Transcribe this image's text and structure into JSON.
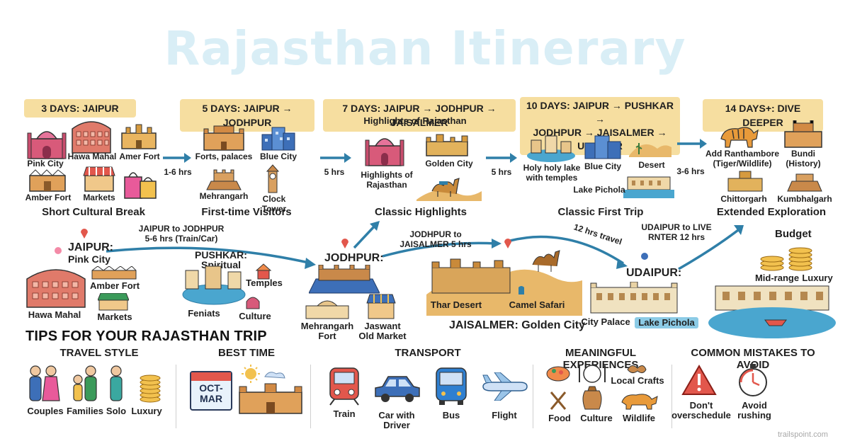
{
  "title": "Rajasthan Itinerary",
  "plans": [
    {
      "banner": "3 DAYS: JAIPUR",
      "caption": "Short Cultural Break",
      "labels": [
        "Pink City",
        "Hawa Mahal",
        "Amer Fort",
        "Amber Fort",
        "Markets"
      ]
    },
    {
      "banner": "5 DAYS: JAIPUR → JODHPUR",
      "caption": "First-time Visitors",
      "labels": [
        "Forts, palaces",
        "Blue City",
        "Mehrangarh",
        "Clock Tower"
      ]
    },
    {
      "banner": "7 DAYS: JAIPUR → JODHPUR → JAISALMER",
      "subtitle": "Highlights of Rajasthan",
      "caption": "Classic Highlights",
      "labels": [
        "Highlights of Rajasthan",
        "Golden City"
      ]
    },
    {
      "banner_line1": "10 DAYS: JAIPUR → PUSHKAR →",
      "banner_line2": "JODHPUR → JAISALMER → UDAIPUR",
      "caption": "Classic First Trip",
      "labels": [
        "Holy holy lake with temples",
        "Blue City",
        "Desert",
        "Lake Pichola"
      ]
    },
    {
      "banner": "14 DAYS+: DIVE DEEPER",
      "caption": "Extended Exploration",
      "labels": [
        "Add Ranthambore (Tiger/Wildlife)",
        "Bundi (History)",
        "Chittorgarh",
        "Kumbhalgarh"
      ]
    }
  ],
  "connectors": [
    "1-6 hrs",
    "5 hrs",
    "5 hrs",
    "3-6 hrs"
  ],
  "route": {
    "jaipur": {
      "title": "JAIPUR:",
      "subtitle": "Pink City",
      "labels": [
        "Amber Fort",
        "Hawa Mahal",
        "Markets"
      ]
    },
    "leg1": "JAIPUR to JODHPUR 5-6 hrs (Train/Car)",
    "pushkar": {
      "title": "PUSHKAR: Spiritual",
      "labels": [
        "Temples",
        "Feniats",
        "Culture"
      ]
    },
    "jodhpur": {
      "title": "JODHPUR:",
      "labels": [
        "Mehrangarh Fort",
        "Jaswant Old Market"
      ]
    },
    "leg2": "JODHPUR to JAISALMER 5 hrs",
    "jaisalmer": {
      "title": "JAISALMER: Golden City",
      "labels": [
        "Thar Desert",
        "Camel Safari"
      ]
    },
    "leg3": "12 hrs travel",
    "udaipur": {
      "title": "UDAIPUR:",
      "labels": [
        "City Palace",
        "Lake Pichola"
      ]
    },
    "leg4": "UDAIPUR to LIVE RNTER 12 hrs",
    "budget": {
      "title": "Budget",
      "labels": [
        "Mid-range",
        "Luxury"
      ]
    }
  },
  "tips": {
    "heading": "TIPS FOR YOUR RAJASTHAN TRIP",
    "sections": [
      {
        "title": "TRAVEL STYLE",
        "items": [
          "Couples",
          "Families",
          "Solo",
          "Luxury"
        ]
      },
      {
        "title": "BEST TIME",
        "items": [
          "OCT-MAR"
        ]
      },
      {
        "title": "TRANSPORT",
        "items": [
          "Train",
          "Car with Driver",
          "Bus",
          "Flight"
        ]
      },
      {
        "title": "MEANINGFUL EXPERIENCES",
        "items": [
          "Local Crafts",
          "Food",
          "Culture",
          "Wildlife"
        ]
      },
      {
        "title": "COMMON MISTAKES TO AVOID",
        "items": [
          "Don't overschedule",
          "Avoid rushing"
        ]
      }
    ]
  },
  "footer": "trailspoint.com",
  "colors": {
    "banner": "#f6dea0",
    "arrow": "#2f7fa8",
    "title": "#d9eef6",
    "pink": "#d85a7a",
    "sand": "#e2b25c",
    "blue": "#3d6fb8",
    "water": "#4aa6cf"
  }
}
